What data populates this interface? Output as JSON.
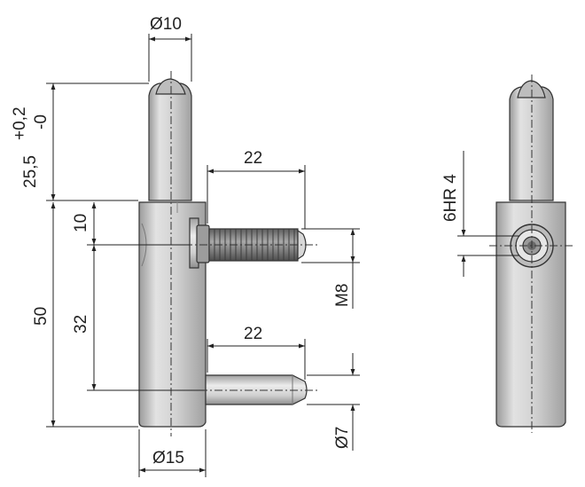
{
  "dimensions": {
    "pin_diameter": "Ø10",
    "pin_length": "25,5",
    "pin_tol_upper": "+0,2",
    "pin_tol_lower": "-0",
    "top_offset": "10",
    "body_length": "50",
    "pin_spacing": "32",
    "thread_length": "22",
    "thread_size": "M8",
    "lower_pin_length": "22",
    "lower_pin_diameter": "Ø7",
    "body_diameter": "Ø15",
    "hex_socket": "6HR 4"
  },
  "colors": {
    "metal_light": "#e9e9e9",
    "metal_mid": "#c6c6c6",
    "metal_dark": "#8c8c8c",
    "line": "#222222"
  }
}
